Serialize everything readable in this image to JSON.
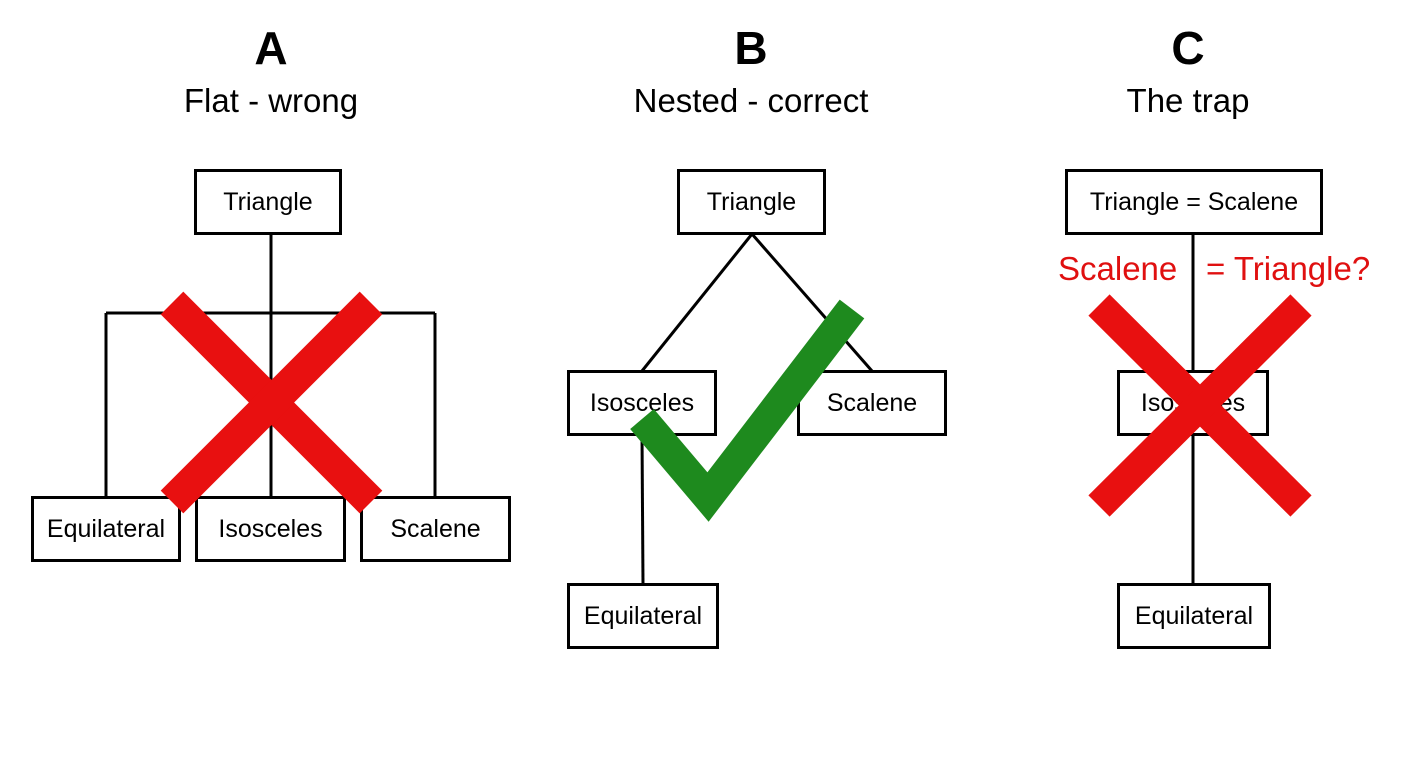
{
  "panels": [
    {
      "letter": "A",
      "subtitle": "Flat - wrong",
      "nodes": {
        "root": "Triangle",
        "left": "Equilateral",
        "middle": "Isosceles",
        "right": "Scalene"
      },
      "verdict_mark": "cross-icon",
      "verdict_color": "#e81010"
    },
    {
      "letter": "B",
      "subtitle": "Nested - correct",
      "nodes": {
        "root": "Triangle",
        "left": "Isosceles",
        "right": "Scalene",
        "child": "Equilateral"
      },
      "verdict_mark": "checkmark-icon",
      "verdict_color": "#1e8a1e"
    },
    {
      "letter": "C",
      "subtitle": "The trap",
      "nodes": {
        "root": "Triangle = Scalene",
        "middle": "Isosceles",
        "child": "Equilateral"
      },
      "annotation": {
        "part1": "Scalene",
        "part2": "= Triangle?"
      },
      "verdict_mark": "cross-icon",
      "verdict_color": "#e81010"
    }
  ]
}
